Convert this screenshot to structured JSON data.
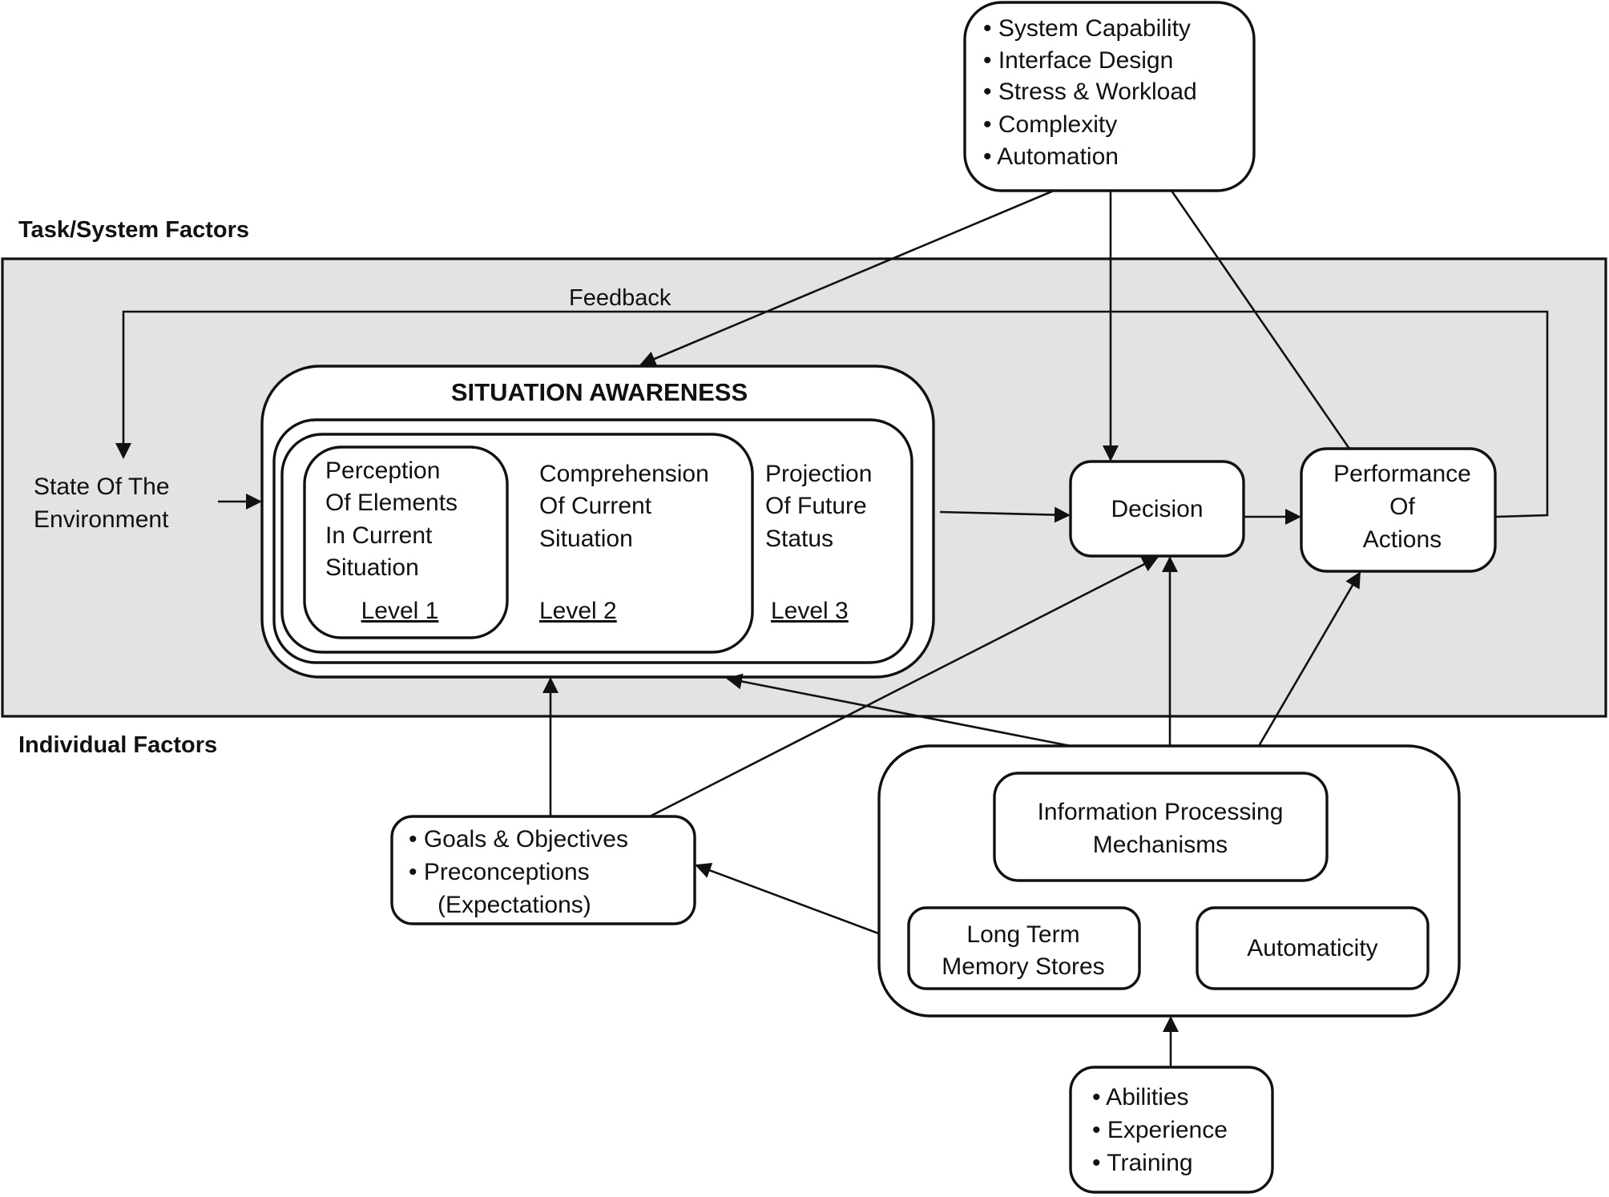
{
  "diagram": {
    "title": "Situation Awareness Model",
    "regions": {
      "task_system": {
        "label": "Task/System Factors",
        "fill": "#e3e3e3"
      },
      "individual": {
        "label": "Individual Factors"
      }
    },
    "task_factors": {
      "items": [
        "• System Capability",
        "• Interface Design",
        "• Stress & Workload",
        "• Complexity",
        "• Automation"
      ]
    },
    "feedback_label": "Feedback",
    "environment": {
      "lines": [
        "State Of The",
        "Environment"
      ]
    },
    "situation_awareness": {
      "title": "SITUATION AWARENESS",
      "levels": [
        {
          "lines": [
            "Perception",
            "Of Elements",
            "In Current",
            "Situation"
          ],
          "level": "Level 1"
        },
        {
          "lines": [
            "Comprehension",
            "Of Current",
            "Situation"
          ],
          "level": "Level 2"
        },
        {
          "lines": [
            "Projection",
            "Of Future",
            "Status"
          ],
          "level": "Level 3"
        }
      ]
    },
    "decision": {
      "label": "Decision"
    },
    "performance": {
      "lines": [
        "Performance",
        "Of",
        "Actions"
      ]
    },
    "goals": {
      "lines": [
        "• Goals & Objectives",
        "• Preconceptions",
        "(Expectations)"
      ]
    },
    "individual_box": {
      "info_processing": {
        "lines": [
          "Information Processing",
          "Mechanisms"
        ]
      },
      "long_term_memory": {
        "lines": [
          "Long Term",
          "Memory Stores"
        ]
      },
      "automaticity": {
        "label": "Automaticity"
      }
    },
    "abilities": {
      "items": [
        "• Abilities",
        "• Experience",
        "• Training"
      ]
    },
    "colors": {
      "line": "#111111",
      "region_fill": "#e3e3e3",
      "box_fill": "#ffffff"
    }
  }
}
